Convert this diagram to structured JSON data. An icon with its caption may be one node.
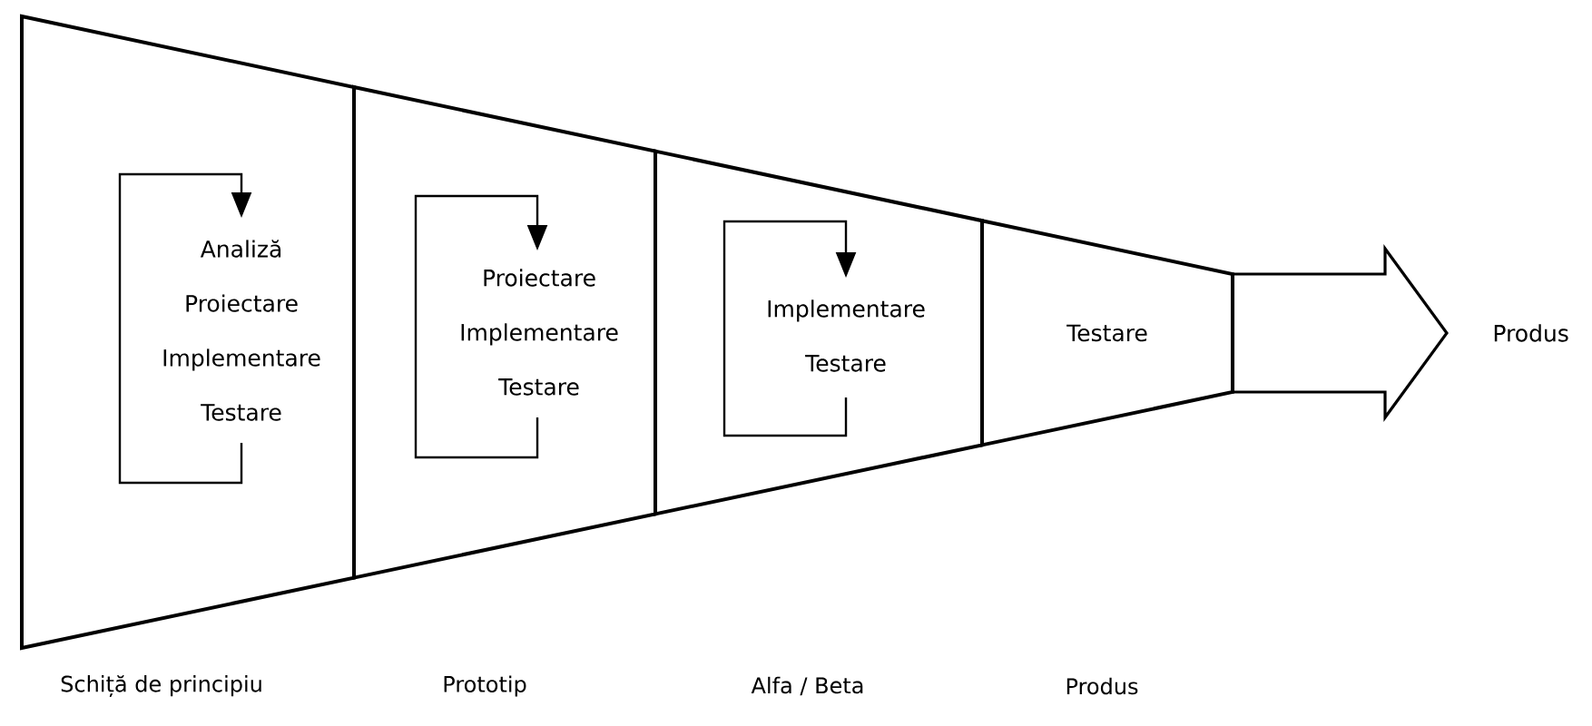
{
  "diagram": {
    "nodes": [
      {
        "text": [
          "Analiză",
          "Proiectare",
          "Implementare",
          "Testare"
        ]
      },
      {
        "text": [
          "Proiectare",
          "Implementare",
          "Testare"
        ]
      },
      {
        "text": [
          "Implementare",
          "Testare"
        ]
      },
      {
        "text": [
          "Testare"
        ]
      },
      {
        "text": [
          "Produs"
        ]
      }
    ],
    "edges": [
      {
        "from": 3,
        "to": 4,
        "arrow": "to"
      }
    ],
    "labels": [
      "Schiță de principiu",
      "Prototip",
      "Alfa / Beta",
      "Produs"
    ]
  }
}
